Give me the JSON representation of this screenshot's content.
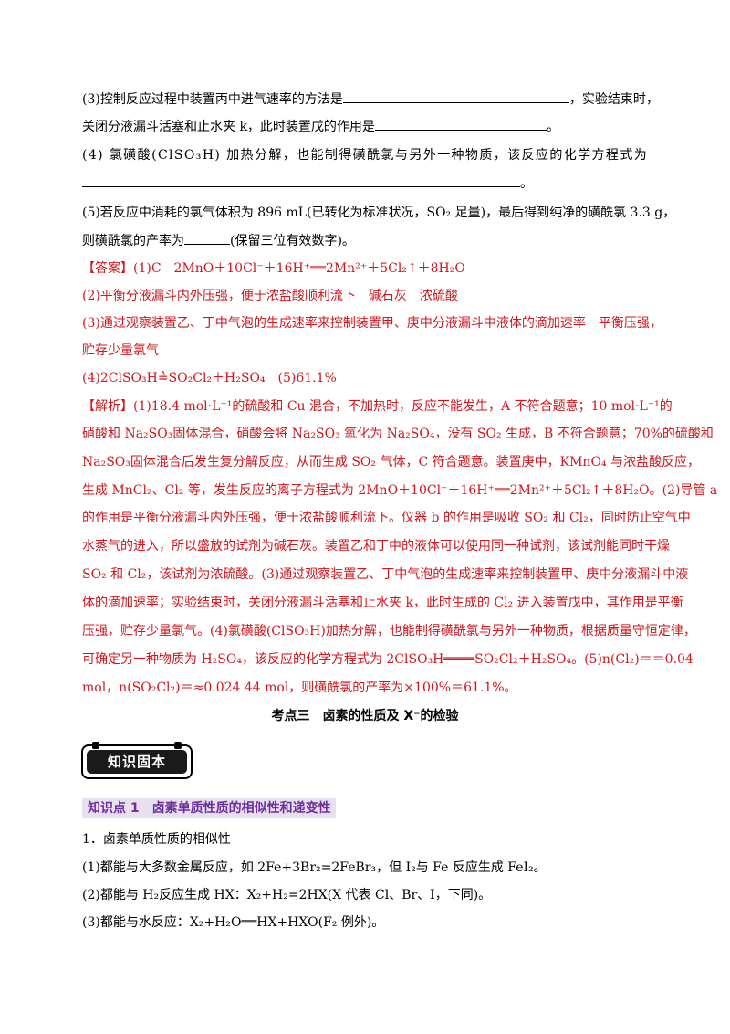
{
  "q3": {
    "line1_a": "(3)控制反应过程中装置丙中进气速率的方法是",
    "line1_b": "，实验结束时，",
    "line2_a": "关闭分液漏斗活塞和止水夹 k，此时装置戊的作用是",
    "line2_b": "。"
  },
  "q4": {
    "line1": "(4) 氯磺酸(ClSO₃H) 加热分解，也能制得磺酰氯与另外一种物质，该反应的化学方程式为",
    "line2_end": "。"
  },
  "q5": {
    "line1": "(5)若反应中消耗的氯气体积为 896 mL(已转化为标准状况，SO₂ 足量)，最后得到纯净的磺酰氯 3.3 g，",
    "line2_a": "则磺酰氯的产率为",
    "line2_b": "(保留三位有效数字)。"
  },
  "answer": {
    "label": "【答案】",
    "l1": "(1)C　2MnO＋10Cl⁻＋16H⁺══2Mn²⁺＋5Cl₂↑＋8H₂O",
    "l2": "(2)平衡分液漏斗内外压强，便于浓盐酸顺利流下　碱石灰　浓硫酸",
    "l3": "(3)通过观察装置乙、丁中气泡的生成速率来控制装置甲、庚中分液漏斗中液体的滴加速率　平衡压强，",
    "l4": "贮存少量氯气",
    "l5": "(4)2ClSO₃H≜SO₂Cl₂＋H₂SO₄　(5)61.1%"
  },
  "analysis": {
    "label": "【解析】",
    "lines": [
      "(1)18.4 mol·L⁻¹的硫酸和 Cu 混合，不加热时，反应不能发生，A 不符合题意；10 mol·L⁻¹的",
      "硝酸和 Na₂SO₃固体混合，硝酸会将 Na₂SO₃ 氧化为 Na₂SO₄，没有 SO₂ 生成，B 不符合题意；70%的硫酸和",
      "Na₂SO₃固体混合后发生复分解反应，从而生成 SO₂ 气体，C 符合题意。装置庚中，KMnO₄ 与浓盐酸反应，",
      "生成 MnCl₂、Cl₂ 等，发生反应的离子方程式为 2MnO＋10Cl⁻＋16H⁺══2Mn²⁺＋5Cl₂↑＋8H₂O。(2)导管 a",
      "的作用是平衡分液漏斗内外压强，便于浓盐酸顺利流下。仪器 b 的作用是吸收 SO₂ 和 Cl₂，同时防止空气中",
      "水蒸气的进入，所以盛放的试剂为碱石灰。装置乙和丁中的液体可以使用同一种试剂，该试剂能同时干燥",
      "SO₂ 和 Cl₂，该试剂为浓硫酸。(3)通过观察装置乙、丁中气泡的生成速率来控制装置甲、庚中分液漏斗中液",
      "体的滴加速率；实验结束时，关闭分液漏斗活塞和止水夹 k，此时生成的 Cl₂ 进入装置戊中，其作用是平衡",
      "压强，贮存少量氯气。(4)氯磺酸(ClSO₃H)加热分解，也能制得磺酰氯与另外一种物质，根据质量守恒定律，",
      "可确定另一种物质为 H₂SO₄，该反应的化学方程式为 2ClSO₃H════SO₂Cl₂＋H₂SO₄。(5)n(Cl₂)＝＝0.04",
      "mol，n(SO₂Cl₂)＝≈0.024 44 mol，则磺酰氯的产率为×100%＝61.1%。"
    ]
  },
  "section_title": "考点三　卤素的性质及 X⁻的检验",
  "badge_text": "知识固本",
  "knowledge_point": "知识点 1　卤素单质性质的相似性和递变性",
  "body": {
    "h1": "1．卤素单质性质的相似性",
    "p1": "(1)都能与大多数金属反应，如 2Fe+3Br₂=2FeBr₃，但 I₂与 Fe 反应生成 FeI₂。",
    "p2": "(2)都能与 H₂反应生成 HX：X₂+H₂=2HX(X 代表 Cl、Br、I，下同)。",
    "p3": "(3)都能与水反应：X₂+H₂O══HX+HXO(F₂ 例外)。"
  },
  "colors": {
    "answer_red": "#d2141b",
    "kp_purple": "#6c2f9b",
    "kp_bg": "#e8dff0"
  }
}
